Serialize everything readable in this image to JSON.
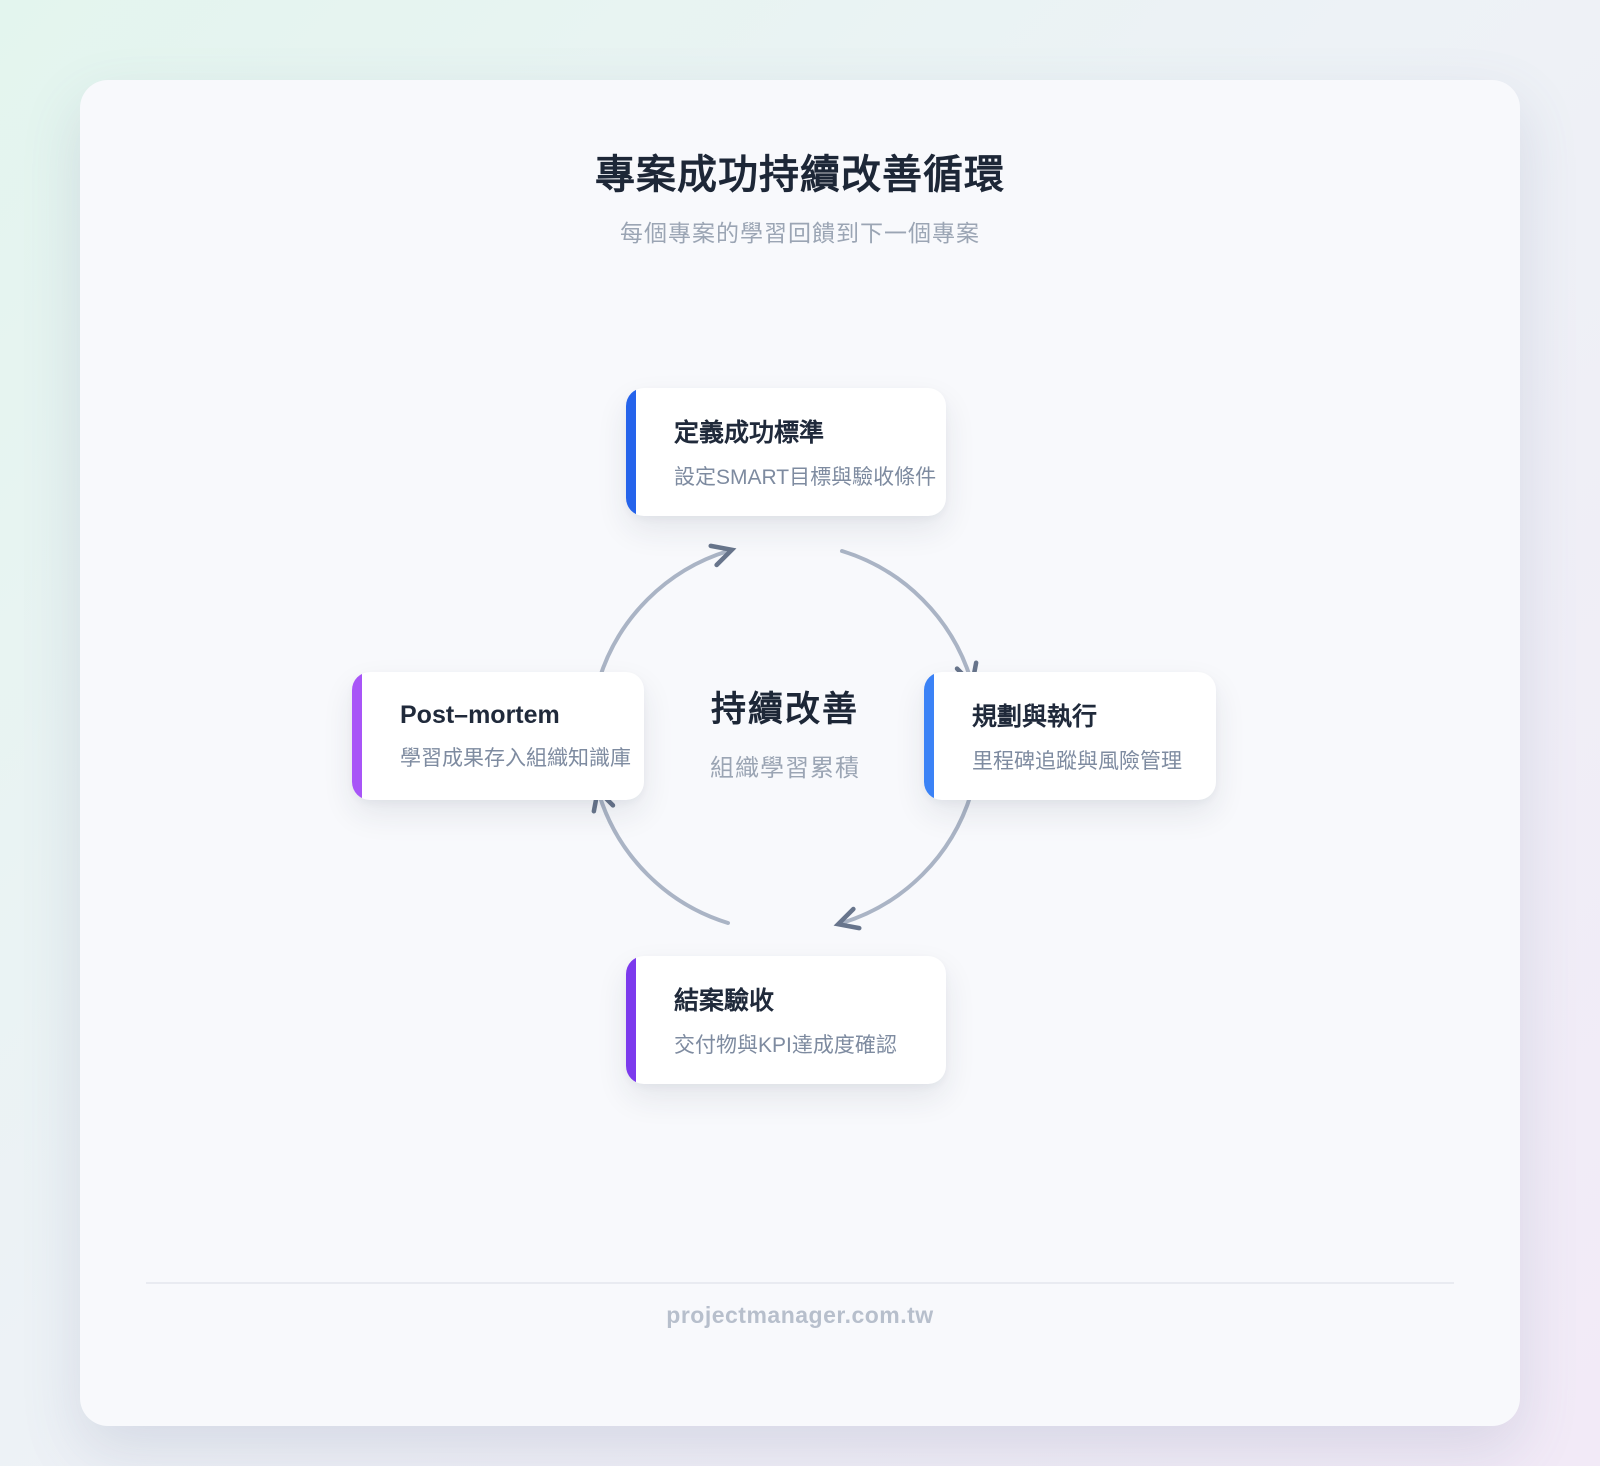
{
  "header": {
    "title": "專案成功持續改善循環",
    "subtitle": "每個專案的學習回饋到下一個專案"
  },
  "cycle": {
    "flow_direction": "clockwise",
    "center": {
      "title": "持續改善",
      "subtitle": "組織學習累積"
    },
    "steps": [
      {
        "position": "top",
        "title": "定義成功標準",
        "subtitle": "設定SMART目標與驗收條件",
        "accent_color": "#2563eb"
      },
      {
        "position": "right",
        "title": "規劃與執行",
        "subtitle": "里程碑追蹤與風險管理",
        "accent_color": "#3b82f6"
      },
      {
        "position": "bottom",
        "title": "結案驗收",
        "subtitle": "交付物與KPI達成度確認",
        "accent_color": "#7c3aed"
      },
      {
        "position": "left",
        "title": "Post–mortem",
        "subtitle": "學習成果存入組織知識庫",
        "accent_color": "#a855f7"
      }
    ]
  },
  "footer": {
    "website": "projectmanager.com.tw"
  },
  "colors": {
    "background_gradient_start": "#e3f5ee",
    "background_gradient_end": "#f2eaf7",
    "panel_background": "#f8f9fc",
    "title_text": "#1d2737",
    "muted_text": "#9ba5b4",
    "card_subtitle_text": "#7e8ba0",
    "arrow_line": "#aab4c5",
    "arrow_head": "#68758c",
    "divider": "#e9ebf1",
    "footer_text": "#b7bfcc"
  }
}
